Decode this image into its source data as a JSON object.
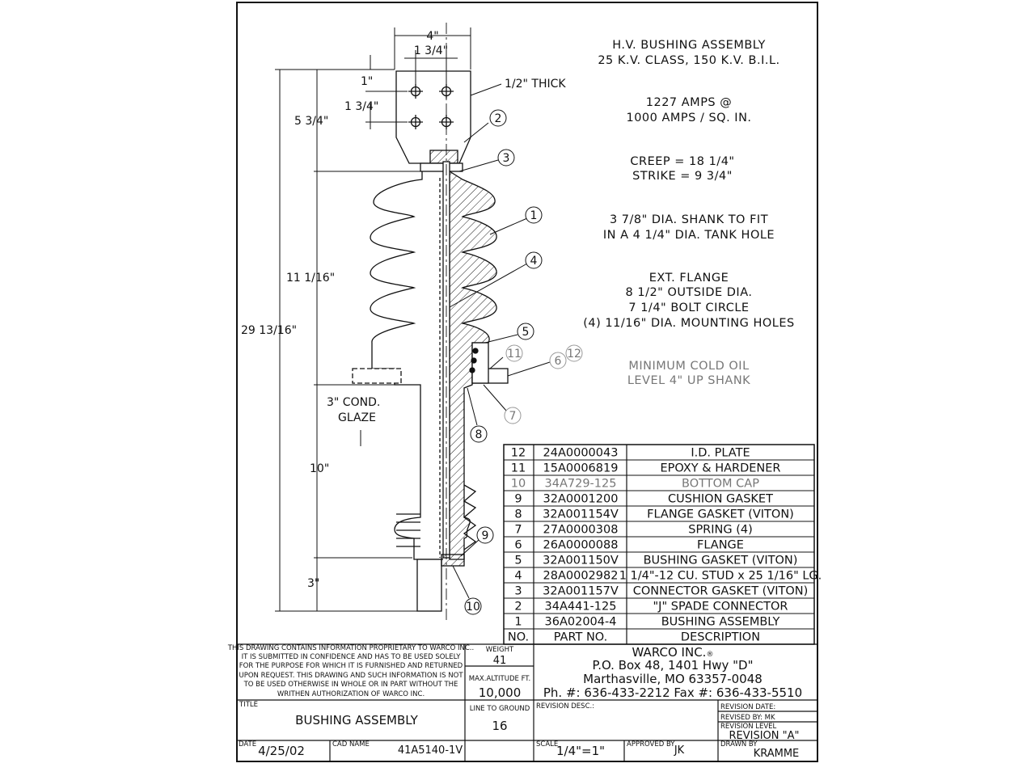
{
  "notes": {
    "title_line1": "H.V. BUSHING ASSEMBLY",
    "title_line2": "25 K.V. CLASS, 150 K.V. B.I.L.",
    "amps_line1": "1227 AMPS @",
    "amps_line2": "1000 AMPS / SQ. IN.",
    "creep": "CREEP = 18 1/4\"",
    "strike": "STRIKE = 9 3/4\"",
    "shank_line1": "3 7/8\" DIA. SHANK TO FIT",
    "shank_line2": "IN A 4 1/4\" DIA. TANK HOLE",
    "flange_line1": "EXT. FLANGE",
    "flange_line2": "8 1/2\" OUTSIDE DIA.",
    "flange_line3": "7 1/4\" BOLT CIRCLE",
    "flange_line4": "(4) 11/16\" DIA. MOUNTING HOLES",
    "oil_line1": "MINIMUM COLD OIL",
    "oil_line2": "LEVEL 4\" UP SHANK"
  },
  "dimensions": {
    "top_width": "4\"",
    "hole_spacing_h": "1 3/4\"",
    "hole_edge": "1\"",
    "hole_spacing_v": "1 3/4\"",
    "thickness": "1/2\" THICK",
    "spade_height": "5 3/4\"",
    "porcelain_height": "11 1/16\"",
    "overall_height": "29 13/16\"",
    "glaze_line1": "3\" COND.",
    "glaze_line2": "GLAZE",
    "shank_length": "10\"",
    "stud_extension": "3\""
  },
  "balloons": [
    "1",
    "2",
    "3",
    "4",
    "5",
    "6",
    "7",
    "8",
    "9",
    "10",
    "11",
    "12"
  ],
  "bom": {
    "rows": [
      {
        "no": "12",
        "part": "24A0000043",
        "desc": "I.D. PLATE",
        "faded": false
      },
      {
        "no": "11",
        "part": "15A0006819",
        "desc": "EPOXY & HARDENER",
        "faded": false
      },
      {
        "no": "10",
        "part": "34A729-125",
        "desc": "BOTTOM CAP",
        "faded": true
      },
      {
        "no": "9",
        "part": "32A0001200",
        "desc": "CUSHION GASKET",
        "faded": false
      },
      {
        "no": "8",
        "part": "32A001154V",
        "desc": "FLANGE GASKET (VITON)",
        "faded": false
      },
      {
        "no": "7",
        "part": "27A0000308",
        "desc": "SPRING  (4)",
        "faded": false
      },
      {
        "no": "6",
        "part": "26A0000088",
        "desc": "FLANGE",
        "faded": false
      },
      {
        "no": "5",
        "part": "32A001150V",
        "desc": "BUSHING GASKET (VITON)",
        "faded": false
      },
      {
        "no": "4",
        "part": "28A0002982",
        "desc": "1 1/4\"-12 CU. STUD x 25 1/16\" LG.",
        "faded": false
      },
      {
        "no": "3",
        "part": "32A001157V",
        "desc": "CONNECTOR GASKET (VITON)",
        "faded": false
      },
      {
        "no": "2",
        "part": "34A441-125",
        "desc": "\"J\" SPADE CONNECTOR",
        "faded": false
      },
      {
        "no": "1",
        "part": "36A02004-4",
        "desc": "BUSHING ASSEMBLY",
        "faded": false
      }
    ],
    "header": {
      "no": "NO.",
      "part": "PART NO.",
      "desc": "DESCRIPTION"
    }
  },
  "title_block": {
    "proprietary": [
      "THIS DRAWING CONTAINS INFORMATION PROPRIETARY TO WARCO INC..",
      "IT IS SUBMITTED IN CONFIDENCE AND HAS TO BE USED SOLELY",
      "FOR THE PURPOSE FOR WHICH IT IS FURNISHED AND RETURNED",
      "UPON REQUEST.  THIS DRAWING AND SUCH INFORMATION IS NOT",
      "TO BE USED OTHERWISE IN WHOLE OR IN PART WITHOUT THE",
      "WRITHEN AUTHORIZATION OF WARCO INC."
    ],
    "weight_label": "WEIGHT",
    "weight": "41",
    "altitude_label": "MAX.ALTITUDE FT.",
    "altitude": "10,000",
    "company": "WARCO INC.",
    "company_mark": "®",
    "address1": "P.O. Box 48, 1401 Hwy \"D\"",
    "address2": "Marthasville, MO 63357-0048",
    "phone": "Ph. #: 636-433-2212   Fax #: 636-433-5510",
    "title_label": "TITLE",
    "title": "BUSHING ASSEMBLY",
    "ltg_label": "LINE TO GROUND",
    "ltg": "16",
    "revision_desc_label": "REVISION DESC.:",
    "revision_date_label": "REVISION DATE:",
    "revised_by_label": "REVISED BY: MK",
    "revision_level_label": "REVISION LEVEL",
    "revision_level": "REVISION \"A\"",
    "date_label": "DATE",
    "date": "4/25/02",
    "cad_label": "CAD NAME",
    "cad": "41A5140-1V",
    "scale_label": "SCALE",
    "scale": "1/4\"=1\"",
    "approved_label": "APPROVED BY",
    "approved": "JK",
    "drawn_label": "DRAWN BY",
    "drawn": "KRAMME"
  }
}
